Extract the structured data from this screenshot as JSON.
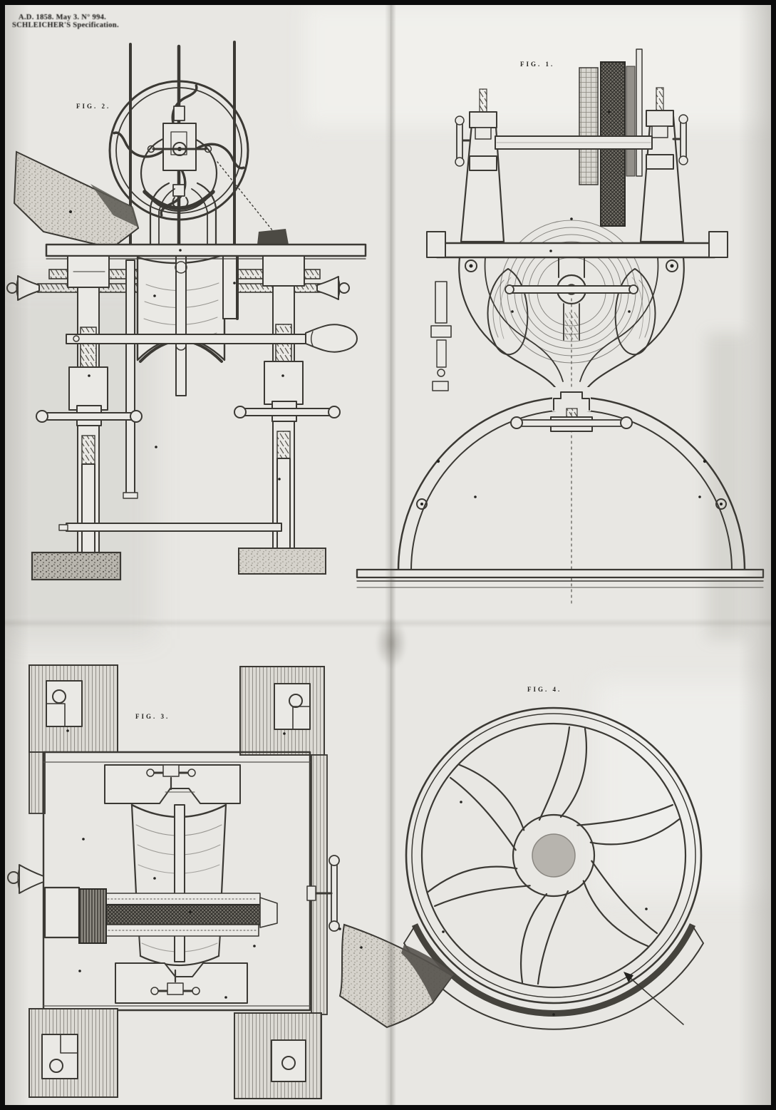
{
  "document": {
    "header": {
      "line1": "A.D. 1858. May 3. N° 994.",
      "line2": "SCHLEICHER'S Specification."
    },
    "figures": [
      {
        "label": "FIG. 1."
      },
      {
        "label": "FIG. 2."
      },
      {
        "label": "FIG. 3."
      },
      {
        "label": "FIG. 4."
      }
    ],
    "colors": {
      "paper": "#e8e7e3",
      "ink": "#3b3934",
      "shade": "#c9c7c2",
      "border": "#0b0b0b"
    }
  }
}
